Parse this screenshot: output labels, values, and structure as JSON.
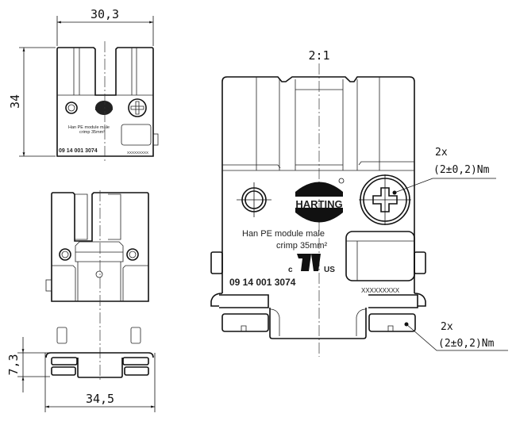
{
  "dimensions": {
    "top_width": "30,3",
    "top_height": "34",
    "bottom_width": "34,5",
    "bottom_height": "7,3"
  },
  "scale": "2:1",
  "product": {
    "brand": "HARTING",
    "name": "Han PE module male",
    "spec": "crimp 35mm²",
    "part_number": "09 14 001 3074",
    "serial_placeholder": "XXXXXXXXX",
    "cert_left": "c",
    "cert_right": "US"
  },
  "annotations": {
    "screw_top": {
      "count": "2x",
      "torque": "(2±0,2)Nm"
    },
    "screw_bottom": {
      "count": "2x",
      "torque": "(2±0,2)Nm"
    }
  }
}
